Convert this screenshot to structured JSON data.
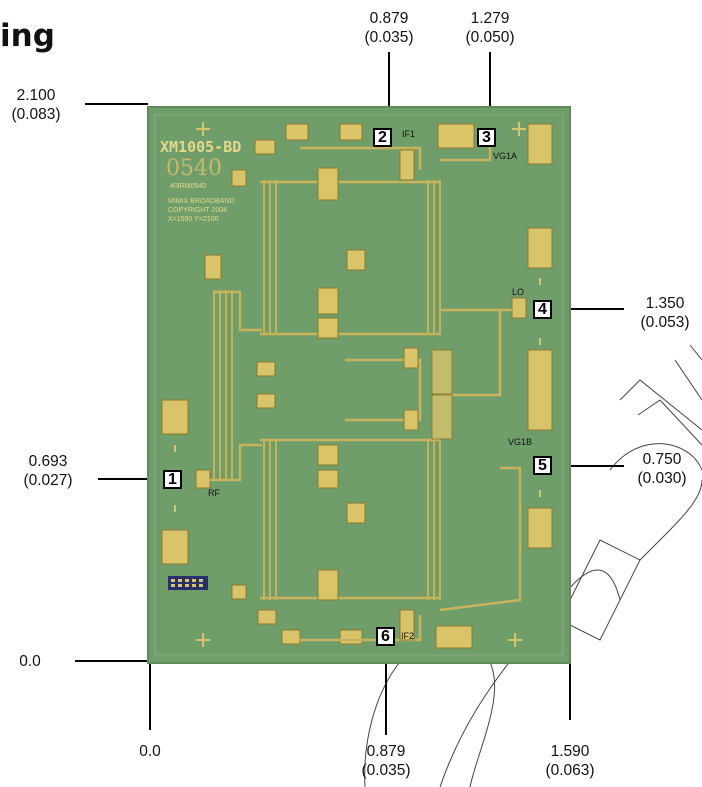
{
  "title": "ing",
  "chip": {
    "part_number": "XM1005-BD",
    "date_code": "0540",
    "lot": "40IRM0540",
    "company": "MIMIX BROADBAND",
    "copyright": "COPYRIGHT 2004",
    "dims": "X=1590 Y=2100"
  },
  "pads": [
    {
      "number": "1",
      "name": "RF"
    },
    {
      "number": "2",
      "name": "IF1"
    },
    {
      "number": "3",
      "name": "VG1A"
    },
    {
      "number": "4",
      "name": "LO"
    },
    {
      "number": "5",
      "name": "VG1B"
    },
    {
      "number": "6",
      "name": "IF2"
    }
  ],
  "dimensions": {
    "top_pad2": {
      "mm": "0.879",
      "in": "(0.035)"
    },
    "top_pad3": {
      "mm": "1.279",
      "in": "(0.050)"
    },
    "height": {
      "mm": "2.100",
      "in": "(0.083)"
    },
    "right_pad4": {
      "mm": "1.350",
      "in": "(0.053)"
    },
    "left_pad1": {
      "mm": "0.693",
      "in": "(0.027)"
    },
    "right_pad5": {
      "mm": "0.750",
      "in": "(0.030)"
    },
    "origin_y": "0.0",
    "origin_x": "0.0",
    "bottom_pad6": {
      "mm": "0.879",
      "in": "(0.035)"
    },
    "width": {
      "mm": "1.590",
      "in": "(0.063)"
    }
  },
  "colors": {
    "substrate": "#6f9e6a",
    "substrate_edge": "#5f8c5a",
    "gold": "#d9c46a",
    "gold_dark": "#8a7a2e",
    "trace": "#c8b35a"
  }
}
